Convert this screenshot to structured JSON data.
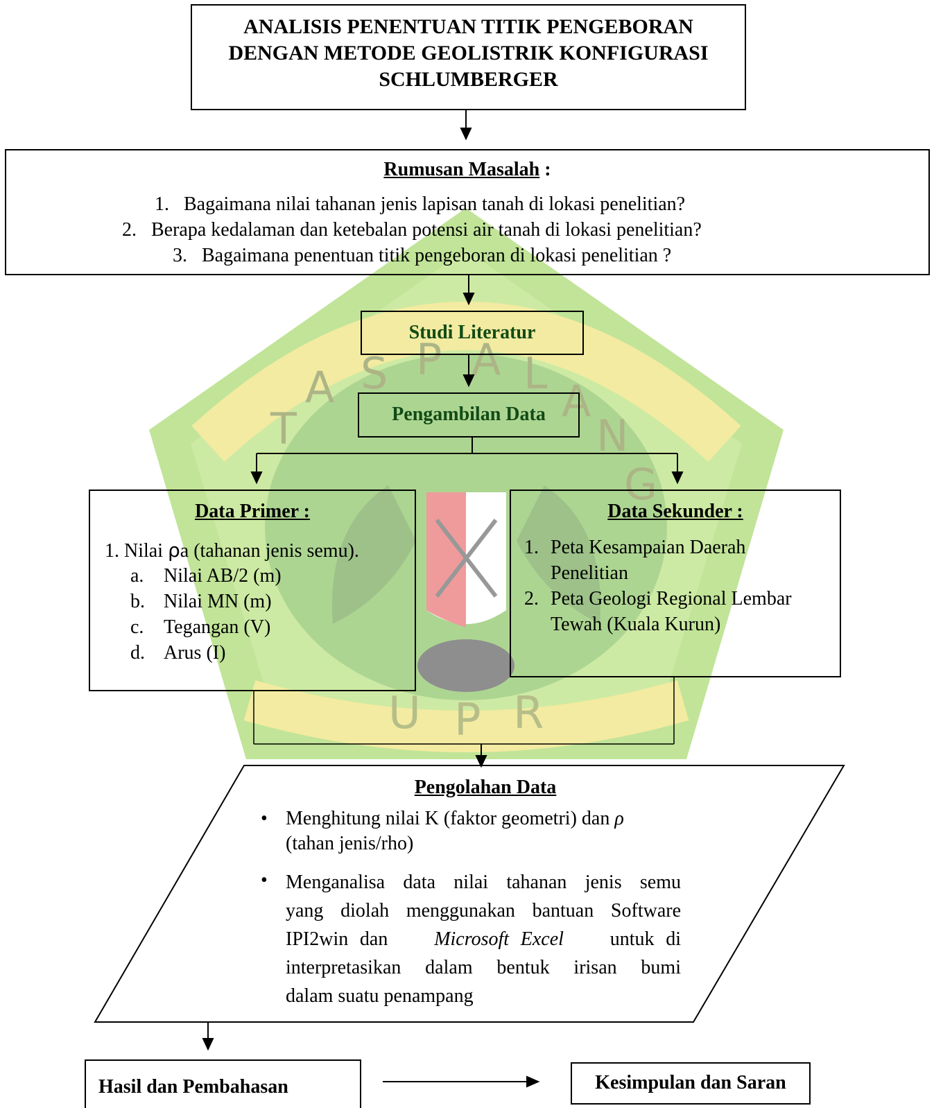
{
  "title": [
    "ANALISIS PENENTUAN TITIK PENGEBORAN",
    "DENGAN METODE GEOLISTRIK KONFIGURASI",
    "SCHLUMBERGER"
  ],
  "rumusan": {
    "heading": "Rumusan Masalah",
    "colon": " :",
    "items": [
      {
        "num": "1.",
        "text": "Bagaimana nilai tahanan jenis lapisan tanah di lokasi penelitian?"
      },
      {
        "num": "2.",
        "text": "Berapa kedalaman dan ketebalan  potensi air tanah di lokasi penelitian?"
      },
      {
        "num": "3.",
        "text": "Bagaimana penentuan titik pengeboran di lokasi penelitian ?"
      }
    ]
  },
  "studi": {
    "label": "Studi Literatur"
  },
  "pengambilan": {
    "label": "Pengambilan Data"
  },
  "primer": {
    "heading": "Data Primer :",
    "item1_num": "1.",
    "item1_pre": "Nilai ",
    "item1_rho": "ρ",
    "item1_post": "a (tahanan jenis semu).",
    "subitems": [
      {
        "letter": "a.",
        "text": "Nilai AB/2 (m)"
      },
      {
        "letter": "b.",
        "text": "Nilai MN (m)"
      },
      {
        "letter": "c.",
        "text": "Tegangan (V)"
      },
      {
        "letter": "d.",
        "text": "Arus (I)"
      }
    ]
  },
  "sekunder": {
    "heading": "Data Sekunder :",
    "items": [
      {
        "num": "1.",
        "line1": "Peta Kesampaian Daerah",
        "line2": "Penelitian"
      },
      {
        "num": "2.",
        "line1": "Peta Geologi Regional Lembar",
        "line2": "Tewah (Kuala Kurun)"
      }
    ]
  },
  "pengolahan": {
    "heading": "Pengolahan Data",
    "bullet1_a": "Menghitung nilai K (faktor geometri) dan ",
    "bullet1_rho": "ρ",
    "bullet1_b": "(tahan jenis/rho)",
    "bullet2_l1": "Menganalisa data nilai tahanan jenis semu",
    "bullet2_l2": "yang diolah menggunakan bantuan Software",
    "bullet2_l3a": "IPI2win dan ",
    "bullet2_l3b": "Microsoft Excel",
    "bullet2_l3c": " untuk di",
    "bullet2_l4": "interpretasikan dalam bentuk irisan bumi",
    "bullet2_l5": "dalam suatu penampang"
  },
  "hasil": {
    "label": "Hasil dan Pembahasan"
  },
  "kesimpulan": {
    "label": "Kesimpulan dan Saran"
  },
  "watermark": {
    "text": "UNIVERSITAS PALANGKARAYA",
    "upr": "U P R"
  },
  "colors": {
    "green_text": "#124b16",
    "watermark_green": "#7fbf3a",
    "watermark_yellow": "#e8d64a"
  }
}
